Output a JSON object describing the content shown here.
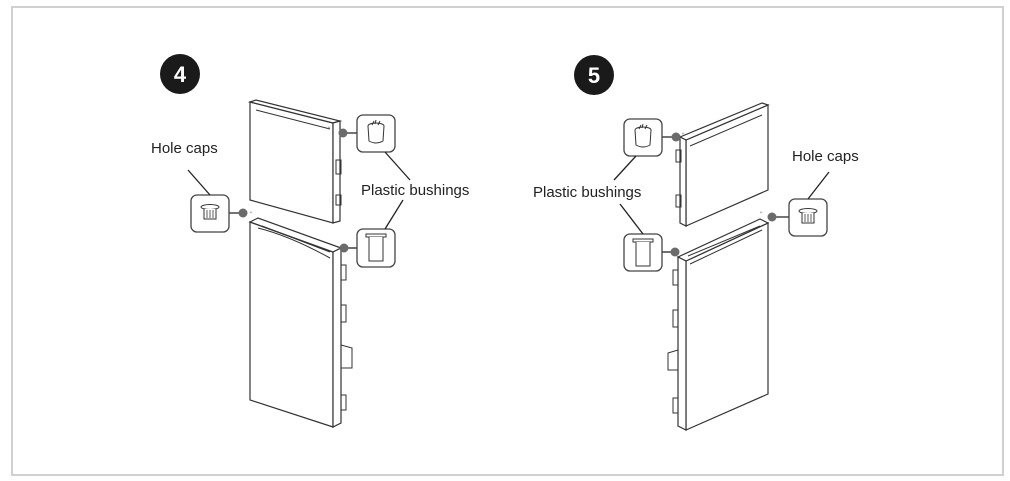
{
  "steps": [
    {
      "number": "4",
      "hole_caps_label": "Hole caps",
      "bushings_label": "Plastic bushings"
    },
    {
      "number": "5",
      "hole_caps_label": "Hole caps",
      "bushings_label": "Plastic bushings"
    }
  ],
  "colors": {
    "badge": "#1a1a1a",
    "frame_border": "#d0d0d0",
    "line": "#333333"
  },
  "icons": [
    "hole-cap-icon",
    "plastic-bushing-icon",
    "freezer-door-icon",
    "fridge-door-icon"
  ]
}
